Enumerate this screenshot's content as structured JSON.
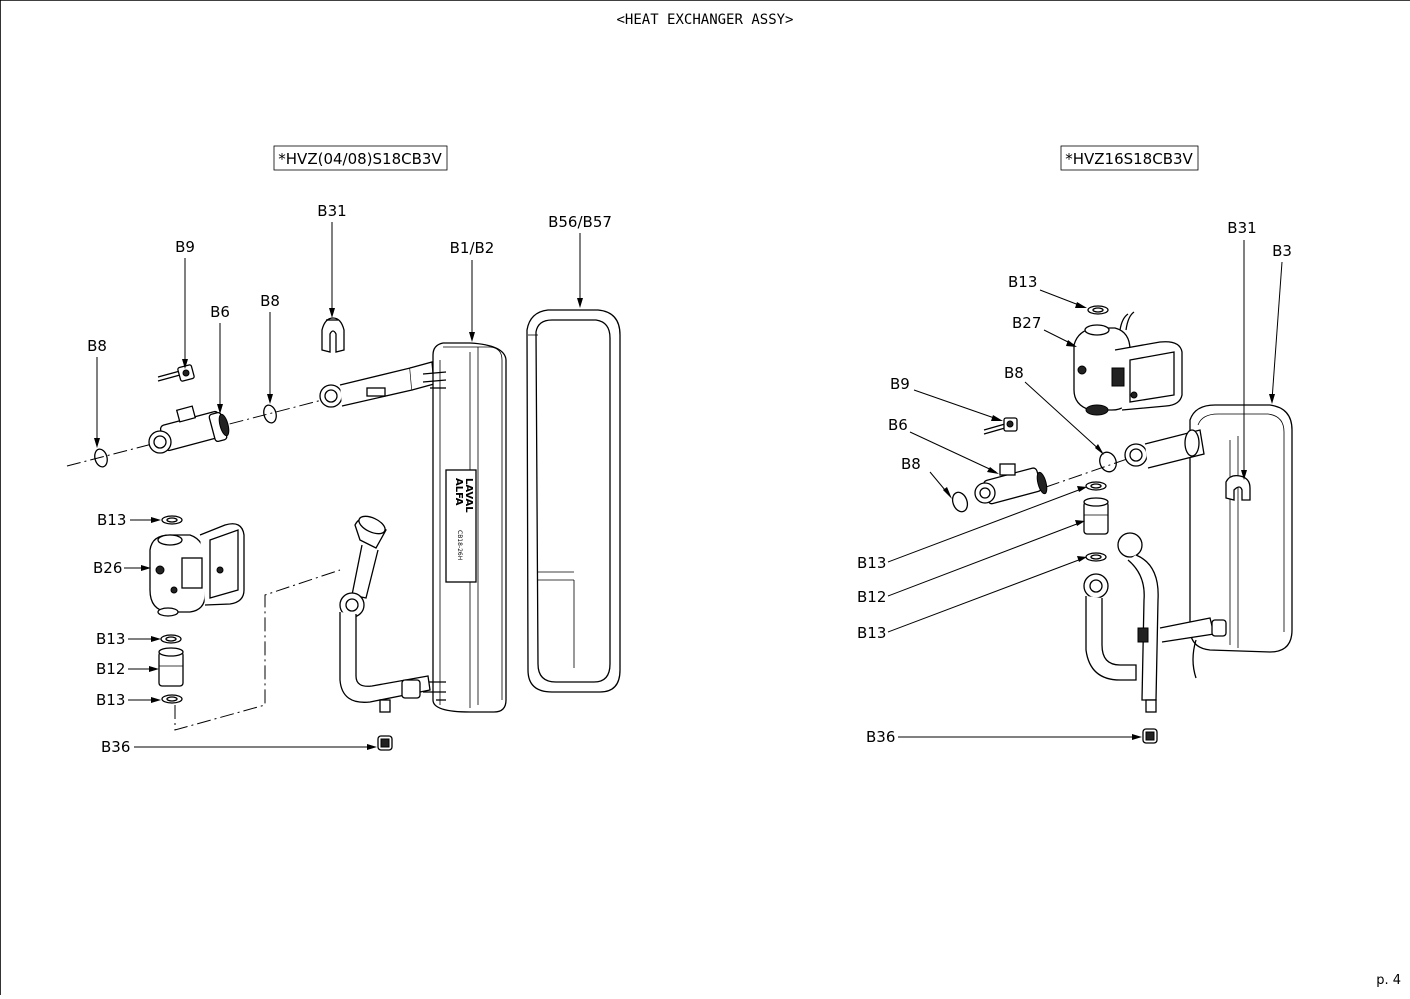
{
  "page_title": "<HEAT EXCHANGER ASSY>",
  "page_number": "p. 4",
  "models": {
    "left": "*HVZ(04/08)S18CB3V",
    "right": "*HVZ16S18CB3V"
  },
  "brand_plate": {
    "line1": "ALFA",
    "line2": "LAVAL",
    "code": "CB18-26H"
  },
  "left_callouts": {
    "b31": "B31",
    "b9": "B9",
    "b6": "B6",
    "b8_a": "B8",
    "b8_b": "B8",
    "b1_b2": "B1/B2",
    "b56_b57": "B56/B57",
    "b13_a": "B13",
    "b26": "B26",
    "b13_b": "B13",
    "b12": "B12",
    "b13_c": "B13",
    "b36": "B36"
  },
  "right_callouts": {
    "b31": "B31",
    "b3": "B3",
    "b13_a": "B13",
    "b27": "B27",
    "b9": "B9",
    "b8_a": "B8",
    "b6": "B6",
    "b8_b": "B8",
    "b13_b": "B13",
    "b12": "B12",
    "b13_c": "B13",
    "b36": "B36"
  }
}
